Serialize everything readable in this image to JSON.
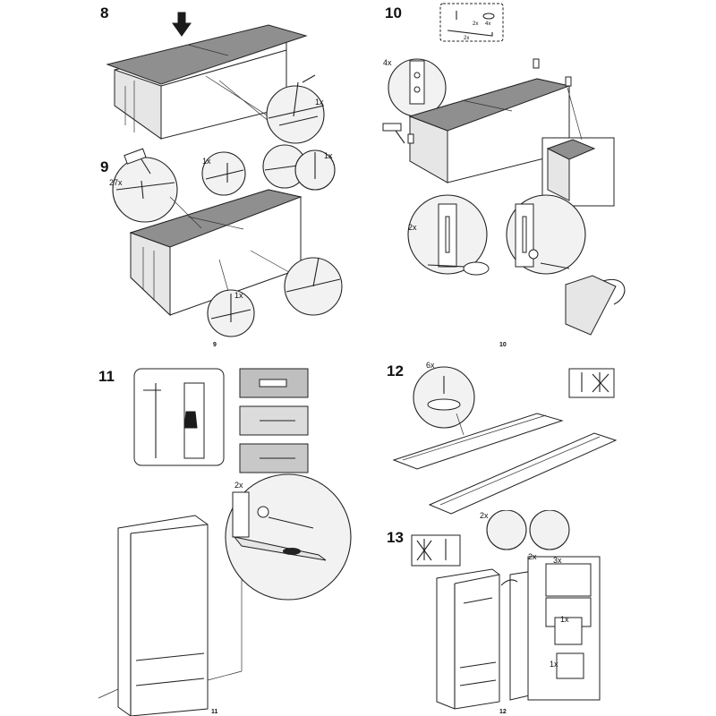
{
  "steps": {
    "s8": {
      "number": "8",
      "qty_nail": "1x"
    },
    "s9": {
      "number": "9",
      "qty_nails": "27x",
      "qty_a": "1x",
      "qty_b": "1x",
      "qty_c": "1x",
      "page": "9"
    },
    "s10": {
      "number": "10",
      "box_qty_screws": "2x",
      "box_qty_washers": "4x",
      "box_qty_brackets": "2x",
      "qty_left": "4x",
      "qty_detail": "2x",
      "page": "10"
    },
    "s11": {
      "number": "11",
      "qty_bracket": "2x",
      "page": "11"
    },
    "s12": {
      "number": "12",
      "qty_hinges": "6x"
    },
    "s13": {
      "number": "13",
      "qty_hanger": "2x",
      "qty_hinge_group": "2x",
      "qty_hinge_screws": "3x",
      "qty_stop": "1x",
      "qty_knob": "1x",
      "page": "12"
    }
  },
  "icons": [
    "hammer-icon",
    "nail-icon",
    "screwdriver-icon",
    "wall-plug-icon",
    "crossed-screw-icon",
    "arrow-down-icon"
  ],
  "colors": {
    "board_grey": "#8f8f8f",
    "line": "#222222",
    "plate_bg": "#e6e6e6"
  }
}
